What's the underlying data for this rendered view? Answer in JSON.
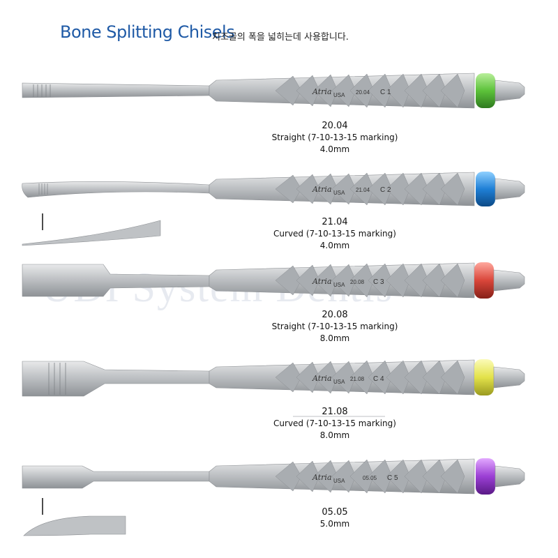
{
  "header": {
    "title": "Bone Splitting Chisels",
    "subtitle": "치조골의 폭을 넓히는데 사용합니다."
  },
  "watermark": "UDI System Dentis",
  "brand": "Atria",
  "brand_suffix": "USA",
  "colors": {
    "title": "#1f5aa6",
    "steel": "#b9bcc0",
    "ring_green": "#5cc23a",
    "ring_blue": "#1f7fd6",
    "ring_red": "#d9463a",
    "ring_yellow": "#e3e24a",
    "ring_purple": "#9b3fd4"
  },
  "instruments": [
    {
      "code": "20.04",
      "description": "Straight (7-10-13-15 marking)",
      "size": "4.0mm",
      "handle_number": "20.04",
      "handle_label": "C 1",
      "ring": "green"
    },
    {
      "code": "21.04",
      "description": "Curved (7-10-13-15 marking)",
      "size": "4.0mm",
      "handle_number": "21.04",
      "handle_label": "C 2",
      "ring": "blue"
    },
    {
      "code": "20.08",
      "description": "Straight (7-10-13-15 marking)",
      "size": "8.0mm",
      "handle_number": "20.08",
      "handle_label": "C 3",
      "ring": "red"
    },
    {
      "code": "21.08",
      "description": "Curved (7-10-13-15 marking)",
      "size": "8.0mm",
      "handle_number": "21.08",
      "handle_label": "C 4",
      "ring": "yellow"
    },
    {
      "code": "05.05",
      "description": "",
      "size": "5.0mm",
      "handle_number": "05.05",
      "handle_label": "C 5",
      "ring": "purple"
    }
  ]
}
